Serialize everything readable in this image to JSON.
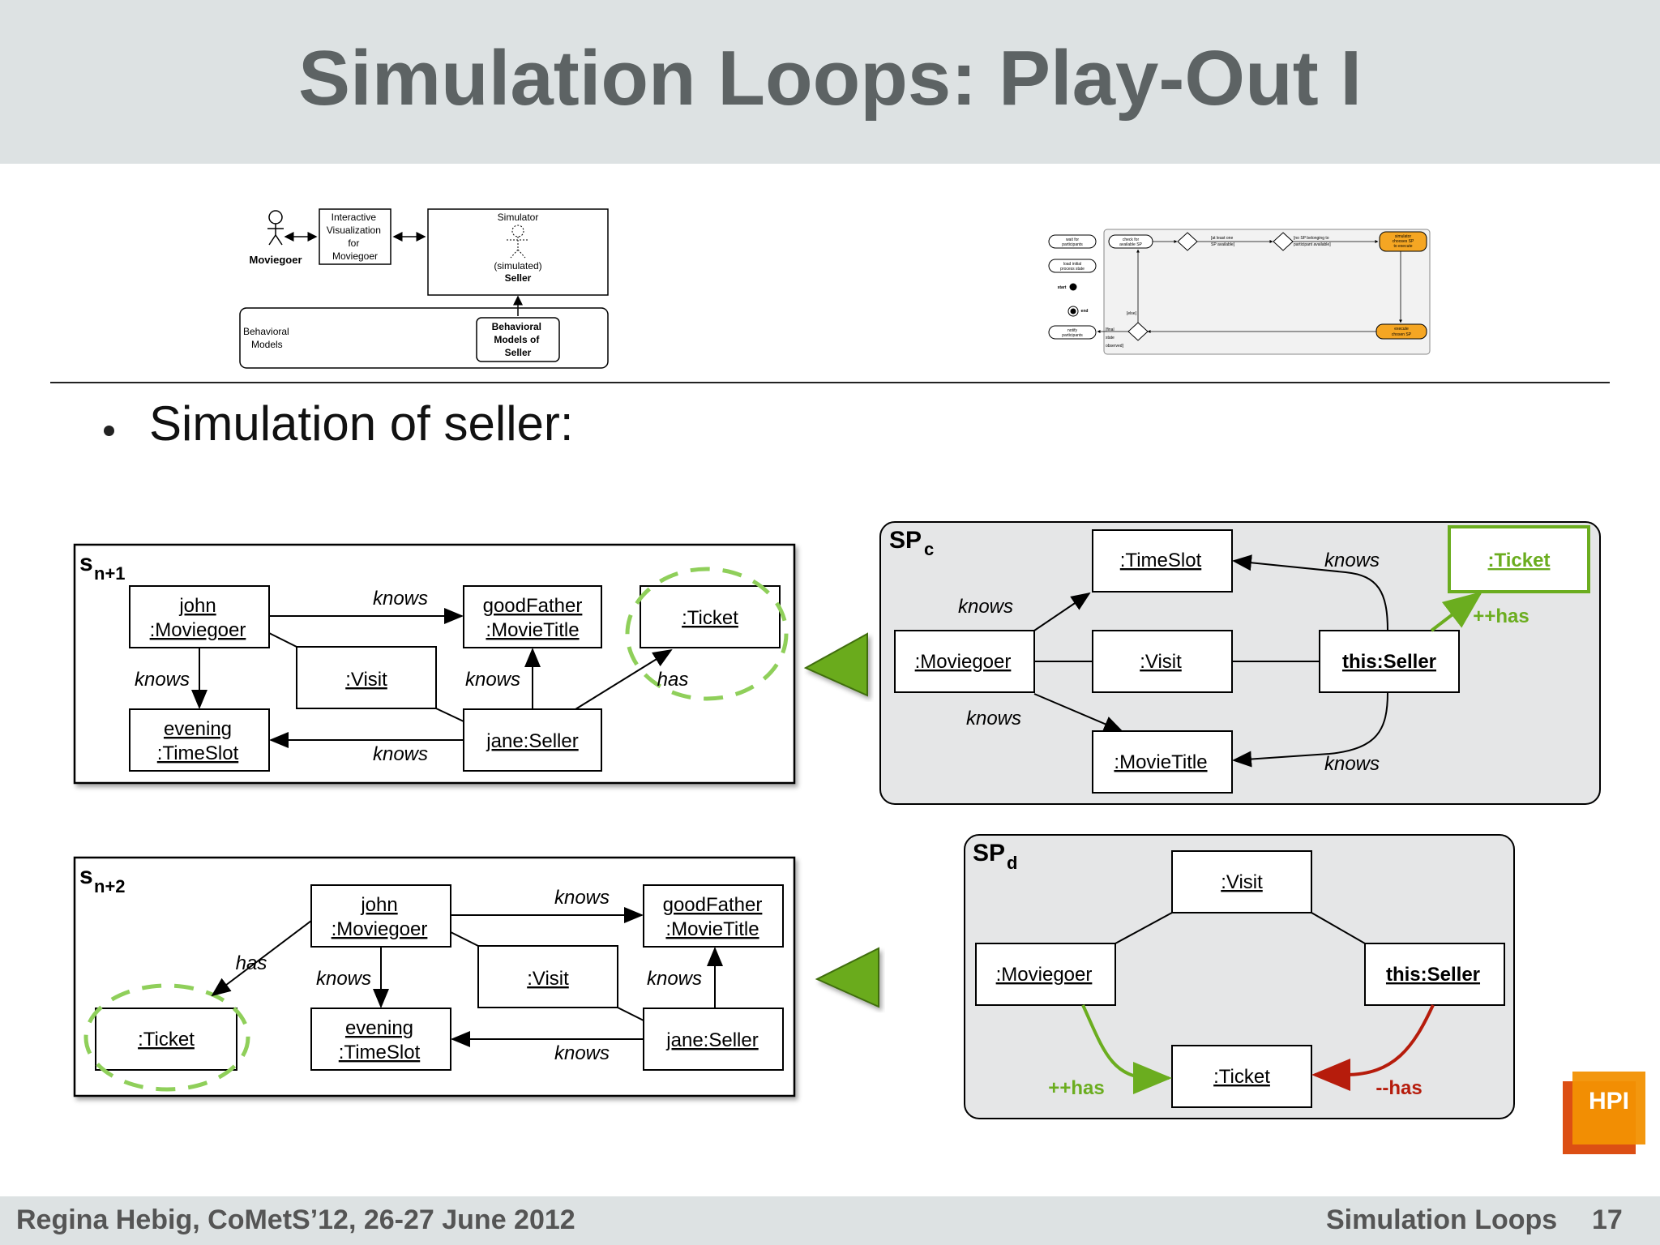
{
  "slide": {
    "title": "Simulation Loops: Play-Out I",
    "bullet": "Simulation of seller:",
    "footer_left": "Regina Hebig,  CoMetS’12,  26-27 June 2012",
    "footer_right": "Simulation Loops",
    "page_number": "17",
    "logo": "HPI"
  },
  "architecture": {
    "actor": "Moviegoer",
    "interactive": [
      "Interactive",
      "Visualization",
      "for",
      "Moviegoer"
    ],
    "simulator": "Simulator",
    "simulated": "(simulated)",
    "seller": "Seller",
    "behavioral_models": [
      "Behavioral",
      "Models"
    ],
    "behavioral_models_seller": [
      "Behavioral",
      "Models of",
      "Seller"
    ]
  },
  "activity": {
    "nodes": {
      "wait": [
        "wait for",
        "participants"
      ],
      "load": [
        "load initial",
        "process state"
      ],
      "check": [
        "check for",
        "available SP"
      ],
      "notify": [
        "notify",
        "participants"
      ],
      "choose": [
        "simulator",
        "chooses SP",
        "to execute"
      ],
      "execute": [
        "execute",
        "chosen SP"
      ]
    },
    "labels": {
      "start": "start",
      "end": "end",
      "guard1": [
        "[at least one",
        "SP available]"
      ],
      "guard2": [
        "[no SP belonging to",
        "participant available]"
      ],
      "else": "[else]",
      "final": [
        "[final",
        "state",
        "observed]"
      ]
    },
    "colors": {
      "highlight": "#f5a623"
    }
  },
  "sn1": {
    "label": "s",
    "sub": "n+1",
    "objects": {
      "john": [
        "john",
        ":Moviegoer"
      ],
      "good": [
        "goodFather",
        ":MovieTitle"
      ],
      "ticket": ":Ticket",
      "visit": ":Visit",
      "evening": [
        "evening",
        ":TimeSlot"
      ],
      "jane": "jane:Seller"
    },
    "edges": {
      "knows": "knows",
      "has": "has"
    }
  },
  "sn2": {
    "label": "s",
    "sub": "n+2",
    "objects": {
      "john": [
        "john",
        ":Moviegoer"
      ],
      "good": [
        "goodFather",
        ":MovieTitle"
      ],
      "ticket": ":Ticket",
      "visit": ":Visit",
      "evening": [
        "evening",
        ":TimeSlot"
      ],
      "jane": "jane:Seller"
    },
    "edges": {
      "knows": "knows",
      "has": "has"
    }
  },
  "spc": {
    "label": "SP",
    "sub": "c",
    "objects": {
      "timeslot": ":TimeSlot",
      "ticket": ":Ticket",
      "moviegoer": ":Moviegoer",
      "visit": ":Visit",
      "seller": "this:Seller",
      "movietitle": ":MovieTitle"
    },
    "edges": {
      "knows": "knows",
      "create_has": "++has"
    }
  },
  "spd": {
    "label": "SP",
    "sub": "d",
    "objects": {
      "visit": ":Visit",
      "moviegoer": ":Moviegoer",
      "seller": "this:Seller",
      "ticket": ":Ticket"
    },
    "edges": {
      "create_has": "++has",
      "delete_has": "--has"
    }
  },
  "colors": {
    "create": "#6bad1f",
    "delete": "#b61c0c",
    "triangle": "#6aab1f",
    "panel": "#e5e6e7",
    "title": "#5d6364"
  }
}
